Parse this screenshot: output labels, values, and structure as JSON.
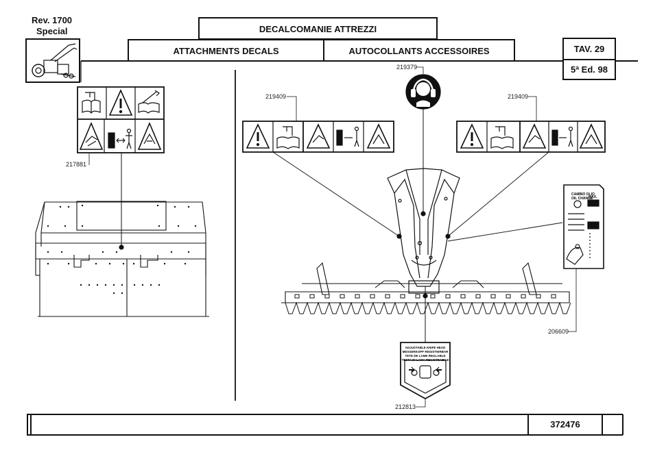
{
  "header": {
    "model_line1": "Rev. 1700",
    "model_line2": "Special",
    "title_it": "DECALCOMANIE ATTREZZI",
    "title_en": "ATTACHMENTS DECALS",
    "title_fr": "AUTOCOLLANTS ACCESSOIRES",
    "table_no": "TAV. 29",
    "edition": "5ª Ed. 98"
  },
  "parts": {
    "left_decal": "217881",
    "ear_protection": "219379",
    "decal_left": "219409",
    "decal_right": "219409",
    "oil_change": "206609",
    "knife_head": "212813"
  },
  "oil_decal": {
    "line1": "CAMBIO OLIO",
    "line2": "OIL CHANGE",
    "max": "MAX."
  },
  "knife_decal": {
    "line1": "ADJUSTABLE KNIFE HEAD",
    "line2": "MESSERKOPF REGISTIERBAR",
    "line3": "TETE DE LAME REGLABLE",
    "line4": "TESTA DI LAMA REGISTRABILE"
  },
  "footer": {
    "doc_no": "372476"
  }
}
